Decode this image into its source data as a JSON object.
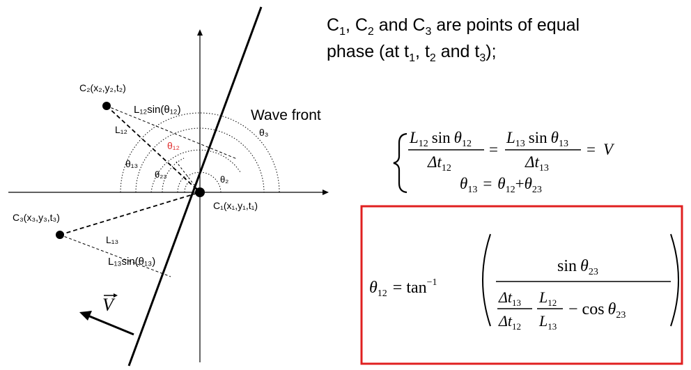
{
  "header": {
    "line1": {
      "c": "C",
      "s1": "1",
      "sep1": ", C",
      "s2": "2",
      "sep2": " and C",
      "s3": "3",
      "tail": " are points of equal"
    },
    "line2": {
      "p1": "phase (at t",
      "s1": "1",
      "p2": ", t",
      "s2": "2",
      "p3": " and t",
      "s3": "3",
      "p4": ");"
    }
  },
  "diagram": {
    "wave_front_label": "Wave front",
    "c2_label": "C₂(x₂,y₂,t₂)",
    "c3_label": "C₃(x₃,y₃,t₃)",
    "c1_label": "C₁(x₁,y₁,t₁)",
    "l12_label": "L₁₂",
    "l12_sin_label": "L₁₂sin(θ₁₂)",
    "l13_label": "L₁₃",
    "l13_sin_label": "L₁₃sin(θ₁₃)",
    "theta12": "θ₁₂",
    "theta13": "θ₁₃",
    "theta23": "θ₂₃",
    "theta2": "θ₂",
    "theta3": "θ₃",
    "v_arrow": "V",
    "theta12_color": "#e03030"
  },
  "equations": {
    "sys_l12": "L",
    "sys_l12_sub": "12",
    "sys_sin": "sin",
    "sys_th": "θ",
    "sys_th_sub12": "12",
    "sys_dt": "Δt",
    "sys_dt_sub12": "12",
    "sys_eq": "=",
    "sys_l13": "L",
    "sys_l13_sub": "13",
    "sys_th_sub13": "13",
    "sys_dt_sub13": "13",
    "sys_v": "V",
    "sys2_lhs": "θ",
    "sys2_lhs_sub": "13",
    "sys2_r1": "θ",
    "sys2_r1_sub": "12",
    "sys2_plus": "+",
    "sys2_r2": "θ",
    "sys2_r2_sub": "23",
    "res_lhs": "θ",
    "res_lhs_sub": "12",
    "res_eq": "= tan",
    "res_sup": "−1",
    "res_num_sin": "sin",
    "res_num_th": "θ",
    "res_num_sub": "23",
    "res_den_dt": "Δt",
    "res_den_dt13": "13",
    "res_den_dt12": "12",
    "res_den_l": "L",
    "res_den_l12": "12",
    "res_den_l13": "13",
    "res_minus": "− cos",
    "res_den_th": "θ",
    "res_den_th_sub": "23",
    "box_color": "#e02020"
  }
}
